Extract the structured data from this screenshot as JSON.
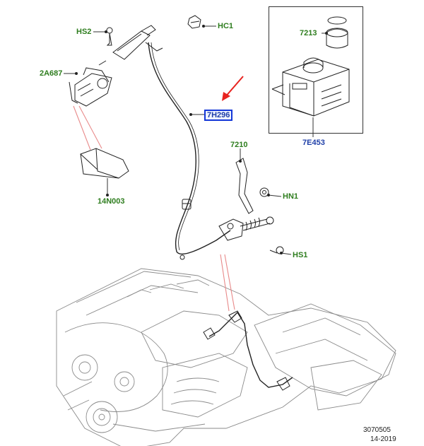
{
  "labels": {
    "hs2": "HS2",
    "hc1": "HC1",
    "p2a687": "2A687",
    "p14n003": "14N003",
    "p7h296": "7H296",
    "p7210": "7210",
    "hn1": "HN1",
    "hs1": "HS1",
    "p7213": "7213",
    "p7e453": "7E453"
  },
  "reference": {
    "drawing_no": "3070505",
    "date": "14-2019"
  },
  "colors": {
    "callout_green": "#2e7d1e",
    "callout_blue": "#1f3fa8",
    "highlight_box": "#1437d8",
    "pointer_arrow": "#e8231f",
    "leader_red": "#e88a8a"
  }
}
